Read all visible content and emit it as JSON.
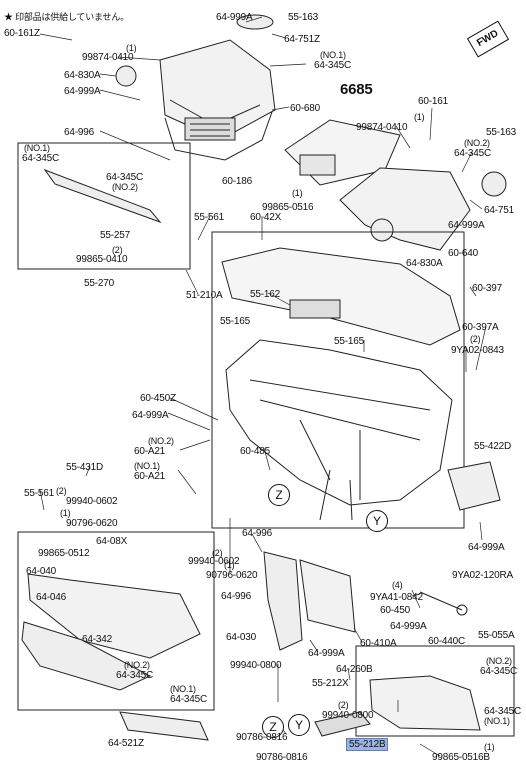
{
  "note": "★ 印部品は供給していません。",
  "fwd": "FWD",
  "ref": "6685",
  "markers": {
    "z": "Z",
    "y": "Y"
  },
  "labels": [
    [
      "60-161Z",
      4,
      28
    ],
    [
      "64-999A",
      216,
      12
    ],
    [
      "55-163",
      288,
      12
    ],
    [
      "64-751Z",
      284,
      34
    ],
    [
      "(1)",
      126,
      43
    ],
    [
      "99874-0410",
      82,
      52
    ],
    [
      "(NO.1)",
      320,
      50
    ],
    [
      "64-345C",
      314,
      60
    ],
    [
      "64-830A",
      64,
      70
    ],
    [
      "64-999A",
      64,
      86
    ],
    [
      "60-680",
      290,
      103
    ],
    [
      "60-161",
      418,
      96
    ],
    [
      "(1)",
      414,
      112
    ],
    [
      "99874-0410",
      356,
      122
    ],
    [
      "55-163",
      486,
      127
    ],
    [
      "64-996",
      64,
      127
    ],
    [
      "(NO.2)",
      464,
      138
    ],
    [
      "64-345C",
      454,
      148
    ],
    [
      "(NO.1)",
      24,
      143
    ],
    [
      "64-345C",
      22,
      153
    ],
    [
      "64-345C",
      106,
      172
    ],
    [
      "(NO.2)",
      112,
      182
    ],
    [
      "60-186",
      222,
      176
    ],
    [
      "(1)",
      292,
      188
    ],
    [
      "99865-0516",
      262,
      202
    ],
    [
      "64-751",
      484,
      205
    ],
    [
      "55-561",
      194,
      212
    ],
    [
      "60-42X",
      250,
      212
    ],
    [
      "64-999A",
      448,
      220
    ],
    [
      "55-257",
      100,
      230
    ],
    [
      "(2)",
      112,
      245
    ],
    [
      "99865-0410",
      76,
      254
    ],
    [
      "60-640",
      448,
      248
    ],
    [
      "64-830A",
      406,
      258
    ],
    [
      "55-270",
      84,
      278
    ],
    [
      "51-210A",
      186,
      290
    ],
    [
      "55-162",
      250,
      289
    ],
    [
      "60-397",
      472,
      283
    ],
    [
      "55-165",
      220,
      316
    ],
    [
      "60-397A",
      462,
      322
    ],
    [
      "(2)",
      470,
      334
    ],
    [
      "55-165",
      334,
      336
    ],
    [
      "9YA02-0843",
      451,
      345
    ],
    [
      "60-450Z",
      140,
      393
    ],
    [
      "64-999A",
      132,
      410
    ],
    [
      "(NO.2)",
      148,
      436
    ],
    [
      "60-A21",
      134,
      446
    ],
    [
      "55-422D",
      474,
      441
    ],
    [
      "60-485",
      240,
      446
    ],
    [
      "55-431D",
      66,
      462
    ],
    [
      "(NO.1)",
      134,
      461
    ],
    [
      "60-A21",
      134,
      471
    ],
    [
      "55-561",
      24,
      488
    ],
    [
      "(2)",
      56,
      486
    ],
    [
      "99940-0602",
      66,
      496
    ],
    [
      "(1)",
      60,
      508
    ],
    [
      "90796-0620",
      66,
      518
    ],
    [
      "64-996",
      242,
      528
    ],
    [
      "64-999A",
      468,
      542
    ],
    [
      "64-08X",
      96,
      536
    ],
    [
      "99865-0512",
      38,
      548
    ],
    [
      "(2)",
      212,
      548
    ],
    [
      "99940-0602",
      188,
      556
    ],
    [
      "(1)",
      224,
      560
    ],
    [
      "90796-0620",
      206,
      570
    ],
    [
      "64-040",
      26,
      566
    ],
    [
      "9YA02-120RA",
      452,
      570
    ],
    [
      "(4)",
      392,
      580
    ],
    [
      "9YA41-0842",
      370,
      592
    ],
    [
      "64-046",
      36,
      592
    ],
    [
      "64-996",
      221,
      591
    ],
    [
      "60-450",
      380,
      605
    ],
    [
      "55-055A",
      478,
      630
    ],
    [
      "64-999A",
      390,
      621
    ],
    [
      "64-030",
      226,
      632
    ],
    [
      "60-440C",
      428,
      636
    ],
    [
      "60-410A",
      360,
      638
    ],
    [
      "64-342",
      82,
      634
    ],
    [
      "(NO.2)",
      486,
      656
    ],
    [
      "64-345C",
      480,
      666
    ],
    [
      "(NO.2)",
      124,
      660
    ],
    [
      "64-345C",
      116,
      670
    ],
    [
      "64-999A",
      308,
      648
    ],
    [
      "99940-0800",
      230,
      660
    ],
    [
      "64-260B",
      336,
      664
    ],
    [
      "55-212X",
      312,
      678
    ],
    [
      "64-345C",
      484,
      706
    ],
    [
      "(NO.1)",
      484,
      716
    ],
    [
      "(NO.1)",
      170,
      684
    ],
    [
      "64-345C",
      170,
      694
    ],
    [
      "(2)",
      338,
      700
    ],
    [
      "99940-0800",
      322,
      710
    ],
    [
      "90786-0816",
      236,
      732
    ],
    [
      "64-521Z",
      108,
      738
    ],
    [
      "(1)",
      484,
      742
    ],
    [
      "99865-0516B",
      432,
      752
    ],
    [
      "90786-0816",
      256,
      752
    ]
  ],
  "highlight": "55-212B"
}
